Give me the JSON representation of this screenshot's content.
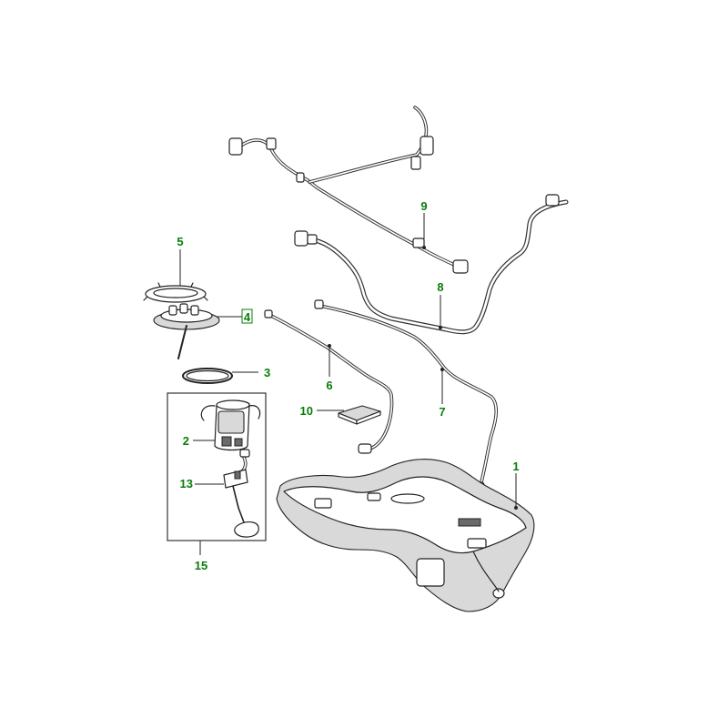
{
  "diagram": {
    "callout_color": "#0a7d0a",
    "callouts": [
      {
        "key": "tank",
        "label": "1"
      },
      {
        "key": "pump_module",
        "label": "2"
      },
      {
        "key": "seal_ring",
        "label": "3"
      },
      {
        "key": "flange",
        "label": "4"
      },
      {
        "key": "lock_ring",
        "label": "5"
      },
      {
        "key": "line_6",
        "label": "6"
      },
      {
        "key": "line_7",
        "label": "7"
      },
      {
        "key": "line_8",
        "label": "8"
      },
      {
        "key": "harness_9",
        "label": "9"
      },
      {
        "key": "pad_10",
        "label": "10"
      },
      {
        "key": "sender_13",
        "label": "13"
      },
      {
        "key": "kit_15",
        "label": "15"
      }
    ]
  }
}
